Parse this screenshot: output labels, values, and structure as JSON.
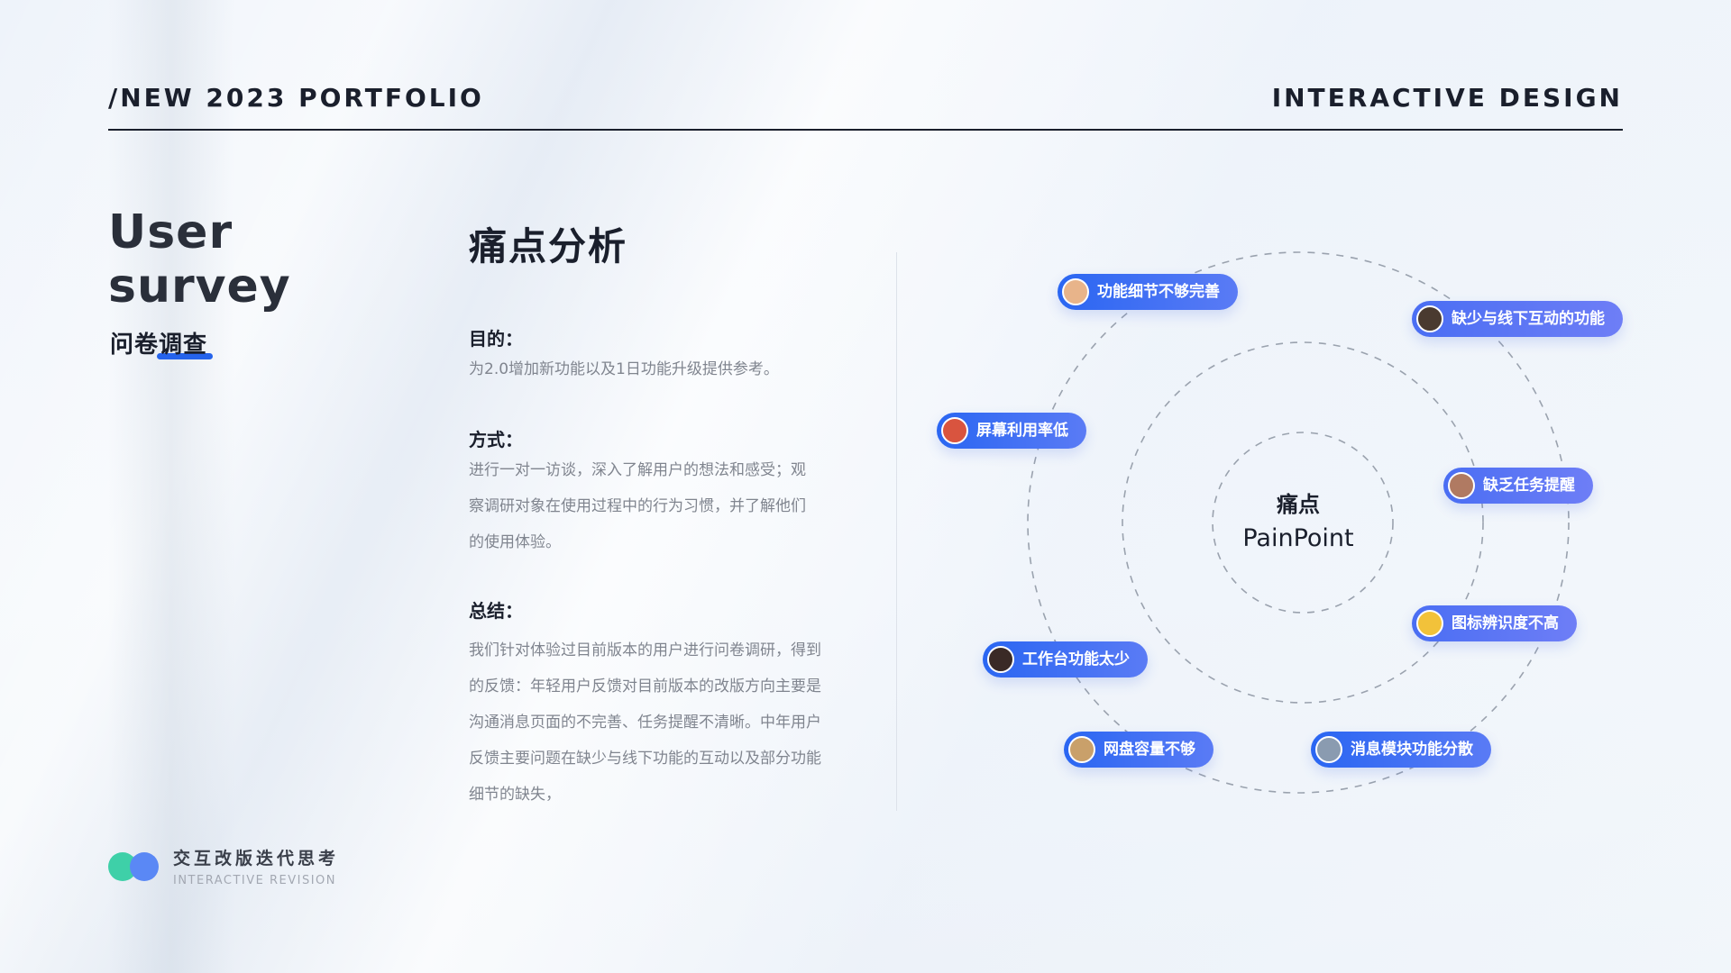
{
  "header": {
    "left": "/NEW 2023 PORTFOLIO",
    "right": "INTERACTIVE DESIGN"
  },
  "page_title": {
    "en_line1": "User",
    "en_line2": "survey",
    "cn": "问卷调查"
  },
  "section": {
    "title": "痛点分析",
    "purpose_label": "目的：",
    "purpose_text": "为2.0增加新功能以及1日功能升级提供参考。",
    "method_label": "方式：",
    "method_text": "进行一对一访谈，深入了解用户的想法和感受；观察调研对象在使用过程中的行为习惯，并了解他们的使用体验。",
    "summary_label": "总结：",
    "summary_text": "我们针对体验过目前版本的用户进行问卷调研，得到的反馈：年轻用户反馈对目前版本的改版方向主要是沟通消息页面的不完善、任务提醒不清晰。中年用户反馈主要问题在缺少与线下功能的互动以及部分功能细节的缺失，"
  },
  "diagram": {
    "center_cn": "痛点",
    "center_en": "PainPoint",
    "tags": [
      {
        "label": "功能细节不够完善",
        "avatar_color": "#e8b48a"
      },
      {
        "label": "缺少与线下互动的功能",
        "avatar_color": "#4a3a30"
      },
      {
        "label": "屏幕利用率低",
        "avatar_color": "#d9543f"
      },
      {
        "label": "缺乏任务提醒",
        "avatar_color": "#b07a62"
      },
      {
        "label": "图标辨识度不高",
        "avatar_color": "#f2c23a"
      },
      {
        "label": "工作台功能太少",
        "avatar_color": "#3a2a26"
      },
      {
        "label": "网盘容量不够",
        "avatar_color": "#c9a06a"
      },
      {
        "label": "消息模块功能分散",
        "avatar_color": "#8a9bb0"
      }
    ]
  },
  "footer": {
    "cn": "交互改版迭代思考",
    "en": "INTERACTIVE REVISION"
  },
  "colors": {
    "accent": "#2563eb",
    "logo_green": "#3ed0a8",
    "logo_blue": "#5a88f5"
  }
}
